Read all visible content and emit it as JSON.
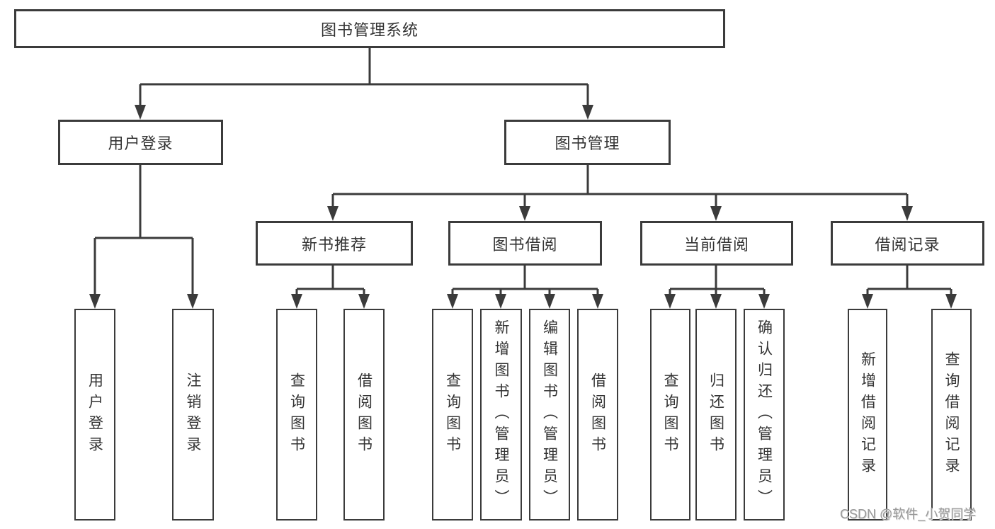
{
  "diagram_title": "图书管理系统",
  "tree": {
    "root": {
      "label": "图书管理系统",
      "children": [
        {
          "label": "用户登录",
          "children": [
            {
              "label": "用户登录"
            },
            {
              "label": "注销登录"
            }
          ]
        },
        {
          "label": "图书管理",
          "children": [
            {
              "label": "新书推荐",
              "children": [
                {
                  "label": "查询图书"
                },
                {
                  "label": "借阅图书"
                }
              ]
            },
            {
              "label": "图书借阅",
              "children": [
                {
                  "label": "查询图书"
                },
                {
                  "label": "新增图书（管理员）"
                },
                {
                  "label": "编辑图书（管理员）"
                },
                {
                  "label": "借阅图书"
                }
              ]
            },
            {
              "label": "当前借阅",
              "children": [
                {
                  "label": "查询图书"
                },
                {
                  "label": "归还图书"
                },
                {
                  "label": "确认归还（管理员）"
                }
              ]
            },
            {
              "label": "借阅记录",
              "children": [
                {
                  "label": "新增借阅记录"
                },
                {
                  "label": "查询借阅记录"
                }
              ]
            }
          ]
        }
      ]
    }
  },
  "watermark": {
    "text": "CSDN @软件_小贺同学"
  },
  "colors": {
    "line": "#3b3b3b",
    "border": "#3b3b3b",
    "text": "#333333",
    "background": "#ffffff",
    "watermark": "#999999"
  }
}
